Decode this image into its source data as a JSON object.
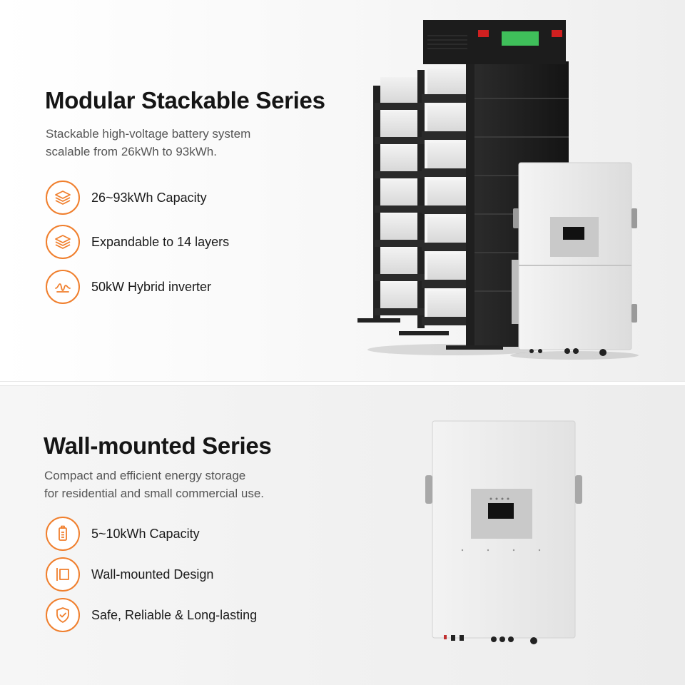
{
  "sections": [
    {
      "title": "Modular Stackable Series",
      "subtitle_lines": [
        "Stackable high-voltage battery system",
        "scalable from 26kWh to 93kWh."
      ],
      "features": [
        {
          "icon": "layers-icon",
          "label": "26~93kWh Capacity"
        },
        {
          "icon": "layers-icon",
          "label": "Expandable to 14 layers"
        },
        {
          "icon": "waveform-icon",
          "label": "50kW Hybrid inverter"
        }
      ],
      "image_alt": "stacked battery rack with hybrid inverter"
    },
    {
      "title": "Wall-mounted Series",
      "subtitle_lines": [
        "Compact and efficient energy storage",
        "for residential and small commercial use."
      ],
      "features": [
        {
          "icon": "battery-icon",
          "label": "5~10kWh Capacity"
        },
        {
          "icon": "wall-mount-icon",
          "label": "Wall-mounted Design"
        },
        {
          "icon": "shield-check-icon",
          "label": "Safe, Reliable & Long-lasting"
        }
      ],
      "image_alt": "wall-mounted inverter battery unit"
    }
  ],
  "colors": {
    "accent": "#f07f2d",
    "title": "#151515",
    "subtitle": "#555555",
    "rack": "#1e1e1e",
    "unit": "#e9e9e9"
  }
}
